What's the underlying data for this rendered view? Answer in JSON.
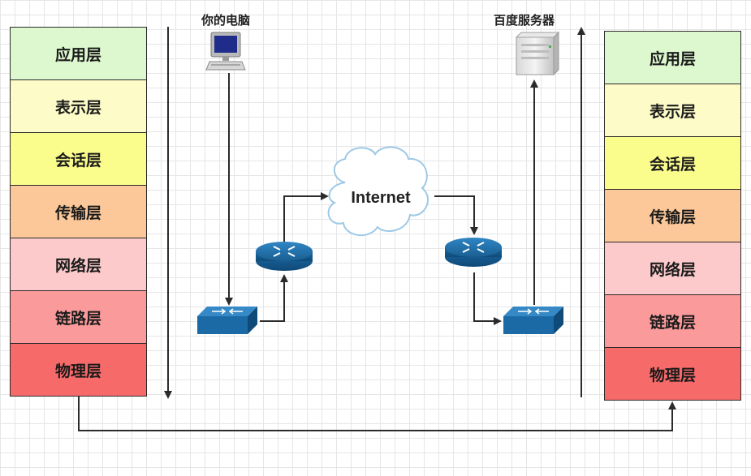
{
  "left_stack": {
    "layers": [
      {
        "label": "应用层",
        "color": "#ddf8cf"
      },
      {
        "label": "表示层",
        "color": "#fdfbc7"
      },
      {
        "label": "会话层",
        "color": "#fafc8c"
      },
      {
        "label": "传输层",
        "color": "#fcc89a"
      },
      {
        "label": "网络层",
        "color": "#fccaca"
      },
      {
        "label": "链路层",
        "color": "#fb9a9a"
      },
      {
        "label": "物理层",
        "color": "#f76a6a"
      }
    ]
  },
  "right_stack": {
    "layers": [
      {
        "label": "应用层",
        "color": "#ddf8cf"
      },
      {
        "label": "表示层",
        "color": "#fdfbc7"
      },
      {
        "label": "会话层",
        "color": "#fafc8c"
      },
      {
        "label": "传输层",
        "color": "#fcc89a"
      },
      {
        "label": "网络层",
        "color": "#fccaca"
      },
      {
        "label": "链路层",
        "color": "#fb9a9a"
      },
      {
        "label": "物理层",
        "color": "#f76a6a"
      }
    ]
  },
  "labels": {
    "your_computer": "你的电脑",
    "baidu_server": "百度服务器",
    "internet": "Internet"
  }
}
